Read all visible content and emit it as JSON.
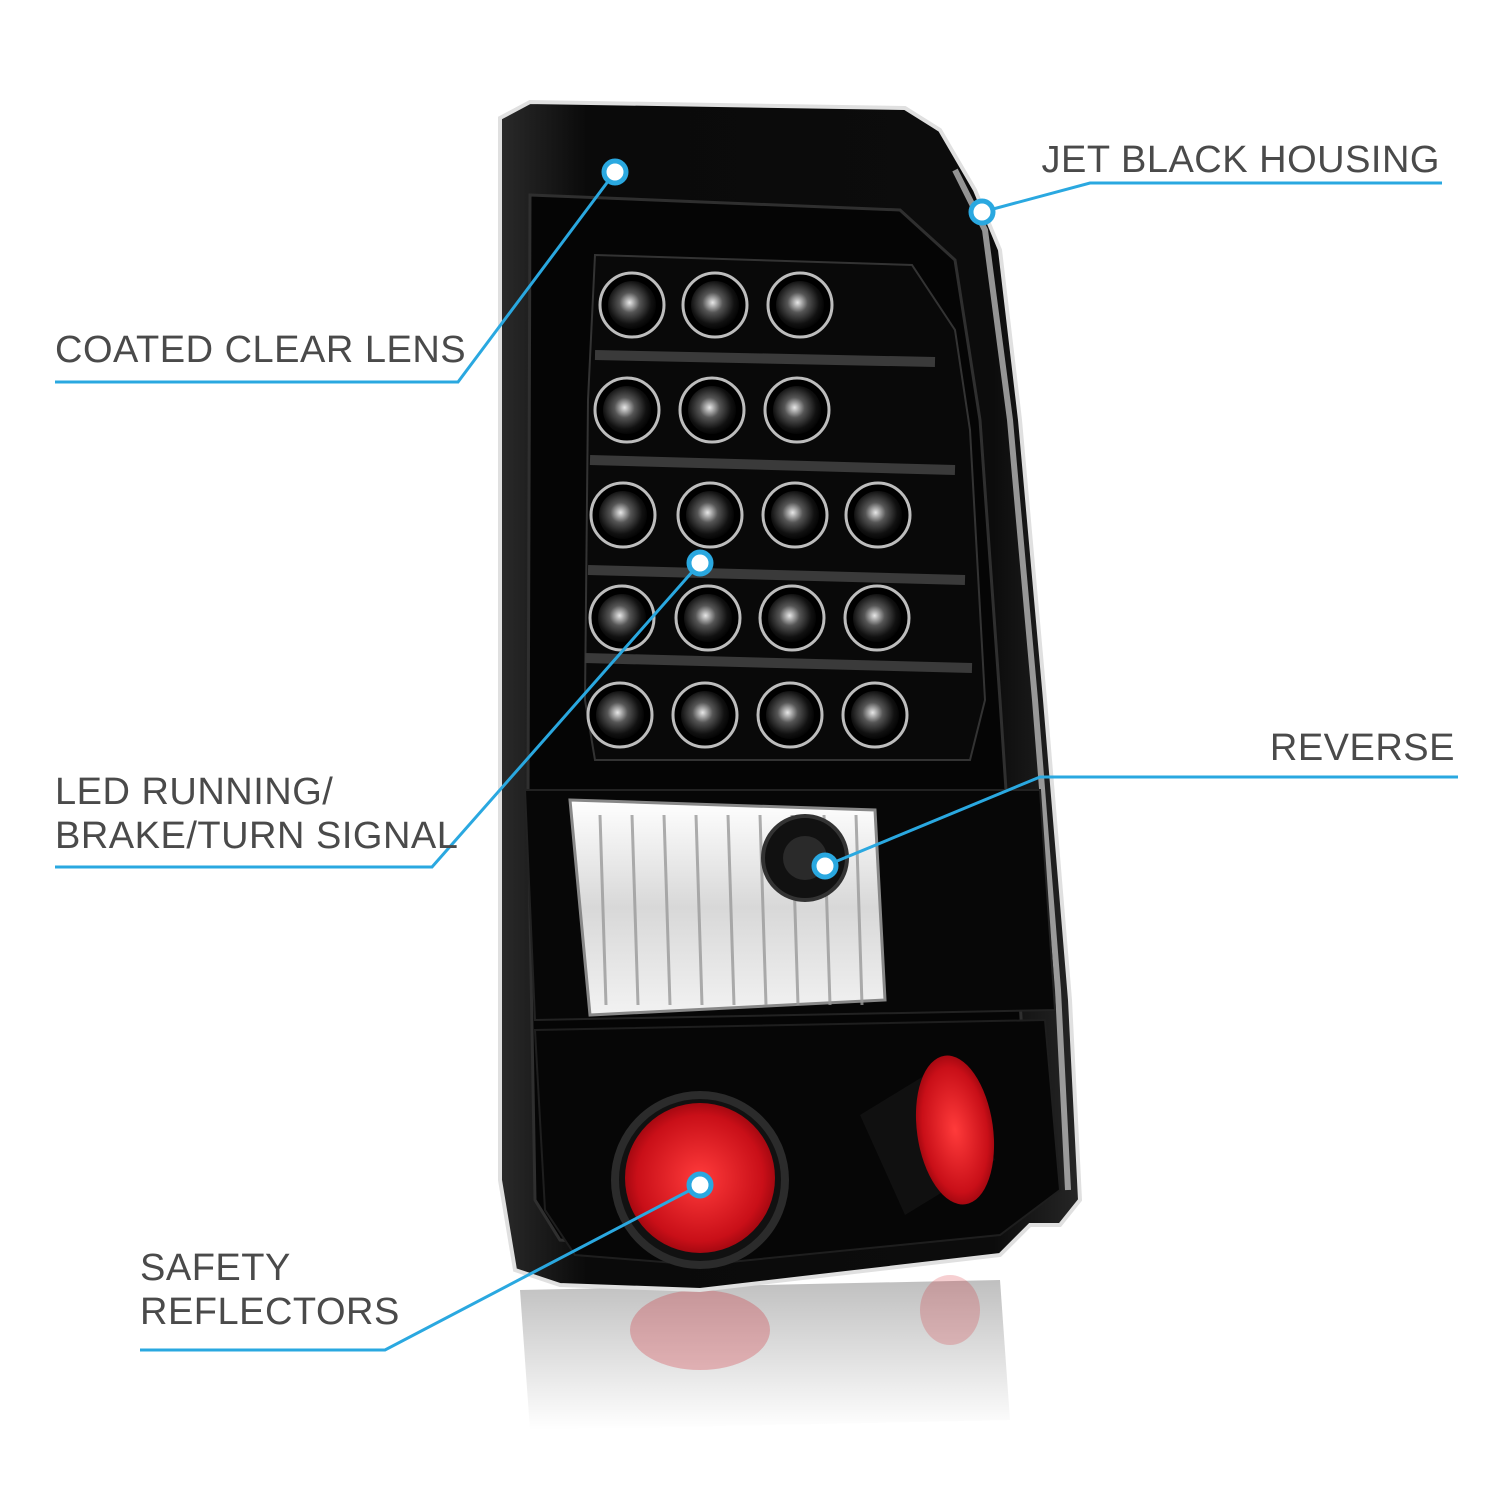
{
  "callouts": {
    "clear_lens": {
      "line1": "COATED CLEAR LENS"
    },
    "housing": {
      "line1": "JET BLACK HOUSING"
    },
    "led": {
      "line1": "LED RUNNING/",
      "line2": "BRAKE/TURN SIGNAL"
    },
    "reverse": {
      "line1": "REVERSE"
    },
    "reflectors": {
      "line1": "SAFETY",
      "line2": "REFLECTORS"
    }
  },
  "colors": {
    "accent": "#2aa8e0",
    "label_text": "#4a4a4a",
    "housing": "#0b0b0b",
    "reflector": "#d0111a"
  }
}
